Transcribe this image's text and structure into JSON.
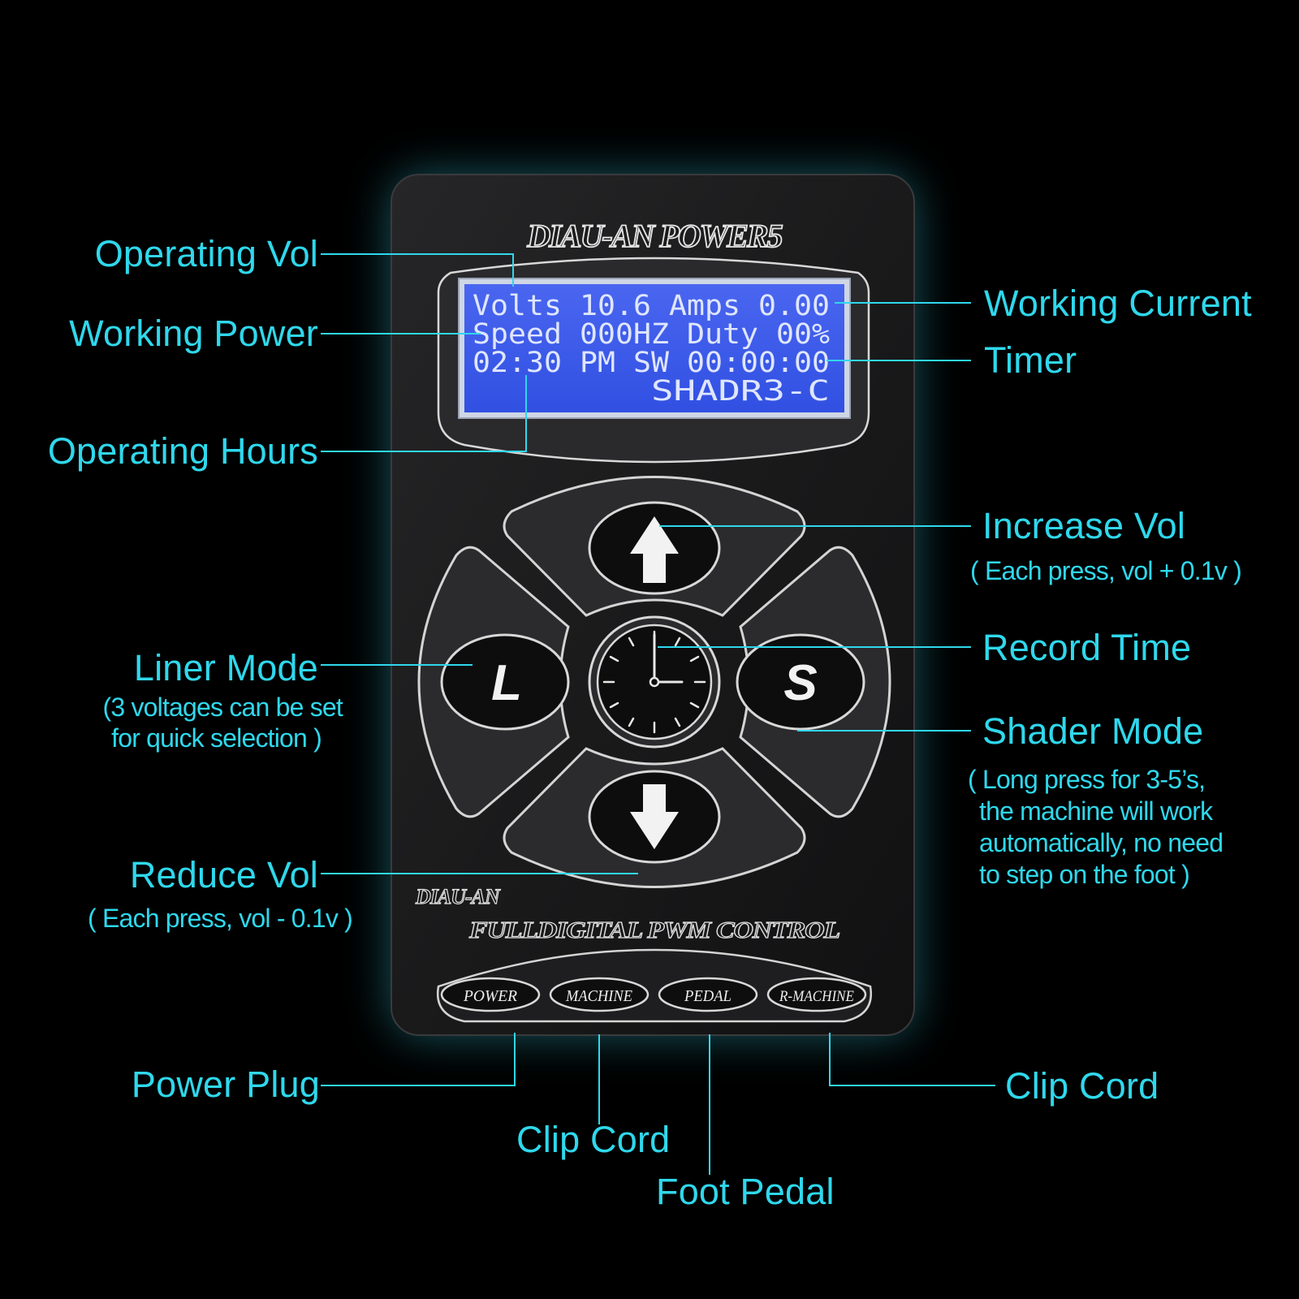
{
  "colors": {
    "background": "#000000",
    "accent": "#2fd8ec",
    "device_body": "#1b1b1c",
    "lcd_blue": "#3a57e8",
    "lcd_text": "#dfe6ff"
  },
  "device": {
    "brand_top": "DIAU-AN POWER5",
    "brand_bottom": "DIAU-AN",
    "subtitle": "FULLDIGITAL PWM CONTROL",
    "lcd_lines": [
      "Volts 10.6 Amps 0.00",
      "Speed 000HZ Duty 00%",
      "02:30 PM SW 00:00:00",
      "        SHADR3-C"
    ],
    "buttons": {
      "liner": "L",
      "shader": "S",
      "up_icon": "arrow-up-icon",
      "down_icon": "arrow-down-icon",
      "clock_icon": "clock-icon"
    },
    "ports": [
      "POWER",
      "MACHINE",
      "PEDAL",
      "R-MACHINE"
    ]
  },
  "callouts": {
    "operating_vol": "Operating Vol",
    "working_power": "Working Power",
    "operating_hours": "Operating Hours",
    "working_current": "Working Current",
    "timer": "Timer",
    "increase_vol": "Increase Vol",
    "increase_vol_note": "( Each press, vol + 0.1v )",
    "record_time": "Record Time",
    "shader_mode": "Shader Mode",
    "shader_mode_note": [
      "( Long press for 3-5’s,",
      "the machine will work",
      "automatically, no need",
      "to step on the foot )"
    ],
    "liner_mode": "Liner Mode",
    "liner_mode_note": [
      "(3 voltages can be set",
      "for quick selection )"
    ],
    "reduce_vol": "Reduce Vol",
    "reduce_vol_note": "( Each press, vol - 0.1v )",
    "power_plug": "Power Plug",
    "clip_cord_left": "Clip Cord",
    "foot_pedal": "Foot Pedal",
    "clip_cord_right": "Clip Cord"
  }
}
